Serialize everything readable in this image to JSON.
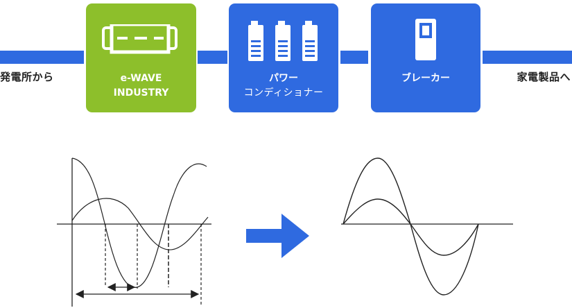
{
  "flow": {
    "left_label": "発電所から",
    "right_label": "家電製品へ",
    "boxes": [
      {
        "line1": "e-WAVE",
        "line2": "INDUSTRY",
        "color": "#8dbf2b",
        "icon": "battery-pack-icon"
      },
      {
        "line1": "パワー",
        "line2": "コンディショナー",
        "color": "#2f6ae0",
        "icon": "battery-cells-icon"
      },
      {
        "line1": "ブレーカー",
        "line2": "",
        "color": "#2f6ae0",
        "icon": "breaker-icon"
      }
    ]
  },
  "colors": {
    "blue": "#2f6ae0",
    "green": "#8dbf2b",
    "wave": "#222222"
  },
  "waves": {
    "before": "distorted, phase-shifted waveforms",
    "after": "aligned sine waveforms"
  }
}
